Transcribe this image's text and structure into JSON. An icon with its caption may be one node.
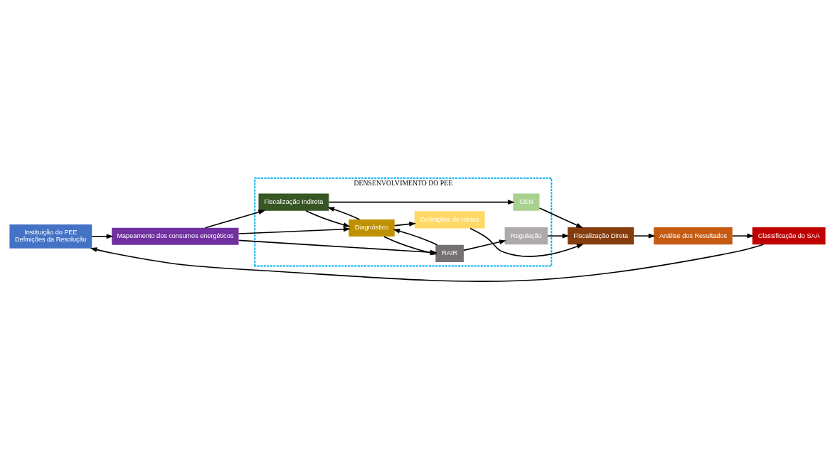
{
  "diagram": {
    "nodes": [
      {
        "text": [
          "DENSENVOLVIMENTO DO PEE"
        ]
      },
      {
        "text": [
          "Instituição do PEE",
          "Definições da Resolução"
        ]
      },
      {
        "text": [
          "Mapeamento dos consumos energéticos"
        ]
      },
      {
        "text": [
          "Fiscalização Indireta"
        ],
        "in": 0
      },
      {
        "text": [
          "CEN"
        ],
        "in": 0
      },
      {
        "text": [
          "Diagnóstico"
        ],
        "in": 0
      },
      {
        "text": [
          "Definições de metas"
        ],
        "in": 0
      },
      {
        "text": [
          "RAIR"
        ],
        "in": 0
      },
      {
        "text": [
          "Regulação"
        ],
        "in": 0
      },
      {
        "text": [
          "Fiscalização Direta"
        ]
      },
      {
        "text": [
          "Análise dos Resultados"
        ]
      },
      {
        "text": [
          "Classificação do SAA"
        ]
      }
    ],
    "edges": [
      {
        "from": 1,
        "to": 2,
        "arrow": "to"
      },
      {
        "from": 2,
        "to": 3,
        "arrow": "to"
      },
      {
        "from": 2,
        "to": 5,
        "arrow": "to"
      },
      {
        "from": 2,
        "to": 7,
        "arrow": "to"
      },
      {
        "from": 3,
        "to": 4,
        "arrow": "to"
      },
      {
        "from": 3,
        "to": 5,
        "arrow": "to"
      },
      {
        "from": 5,
        "to": 3,
        "arrow": "to"
      },
      {
        "from": 5,
        "to": 6,
        "arrow": "to"
      },
      {
        "from": 5,
        "to": 7,
        "arrow": "to"
      },
      {
        "from": 7,
        "to": 5,
        "arrow": "to"
      },
      {
        "from": 7,
        "to": 8,
        "arrow": "to"
      },
      {
        "from": 4,
        "to": 9,
        "arrow": "to"
      },
      {
        "from": 6,
        "to": 9,
        "arrow": "to"
      },
      {
        "from": 8,
        "to": 9,
        "arrow": "to"
      },
      {
        "from": 9,
        "to": 10,
        "arrow": "to"
      },
      {
        "from": 10,
        "to": 11,
        "arrow": "to"
      },
      {
        "from": 11,
        "to": 1,
        "arrow": "to"
      }
    ]
  }
}
